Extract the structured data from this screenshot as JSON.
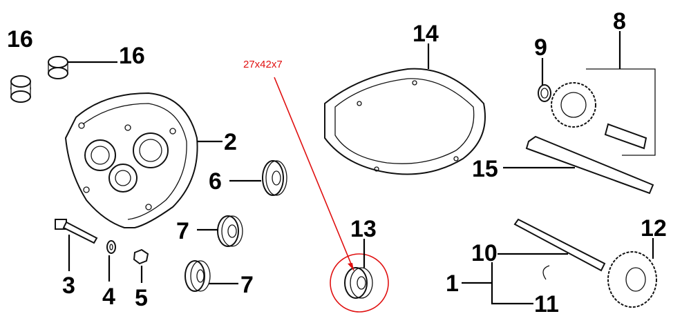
{
  "labels": {
    "part_16a": "16",
    "part_16b": "16",
    "part_2": "2",
    "part_6": "6",
    "part_7a": "7",
    "part_7b": "7",
    "part_3": "3",
    "part_4": "4",
    "part_5": "5",
    "part_14": "14",
    "part_13": "13",
    "part_9": "9",
    "part_8": "8",
    "part_15": "15",
    "part_10": "10",
    "part_12": "12",
    "part_1": "1",
    "part_11": "11"
  },
  "annotation": {
    "bearing_size": "27x42x7",
    "color": "#e01010"
  }
}
